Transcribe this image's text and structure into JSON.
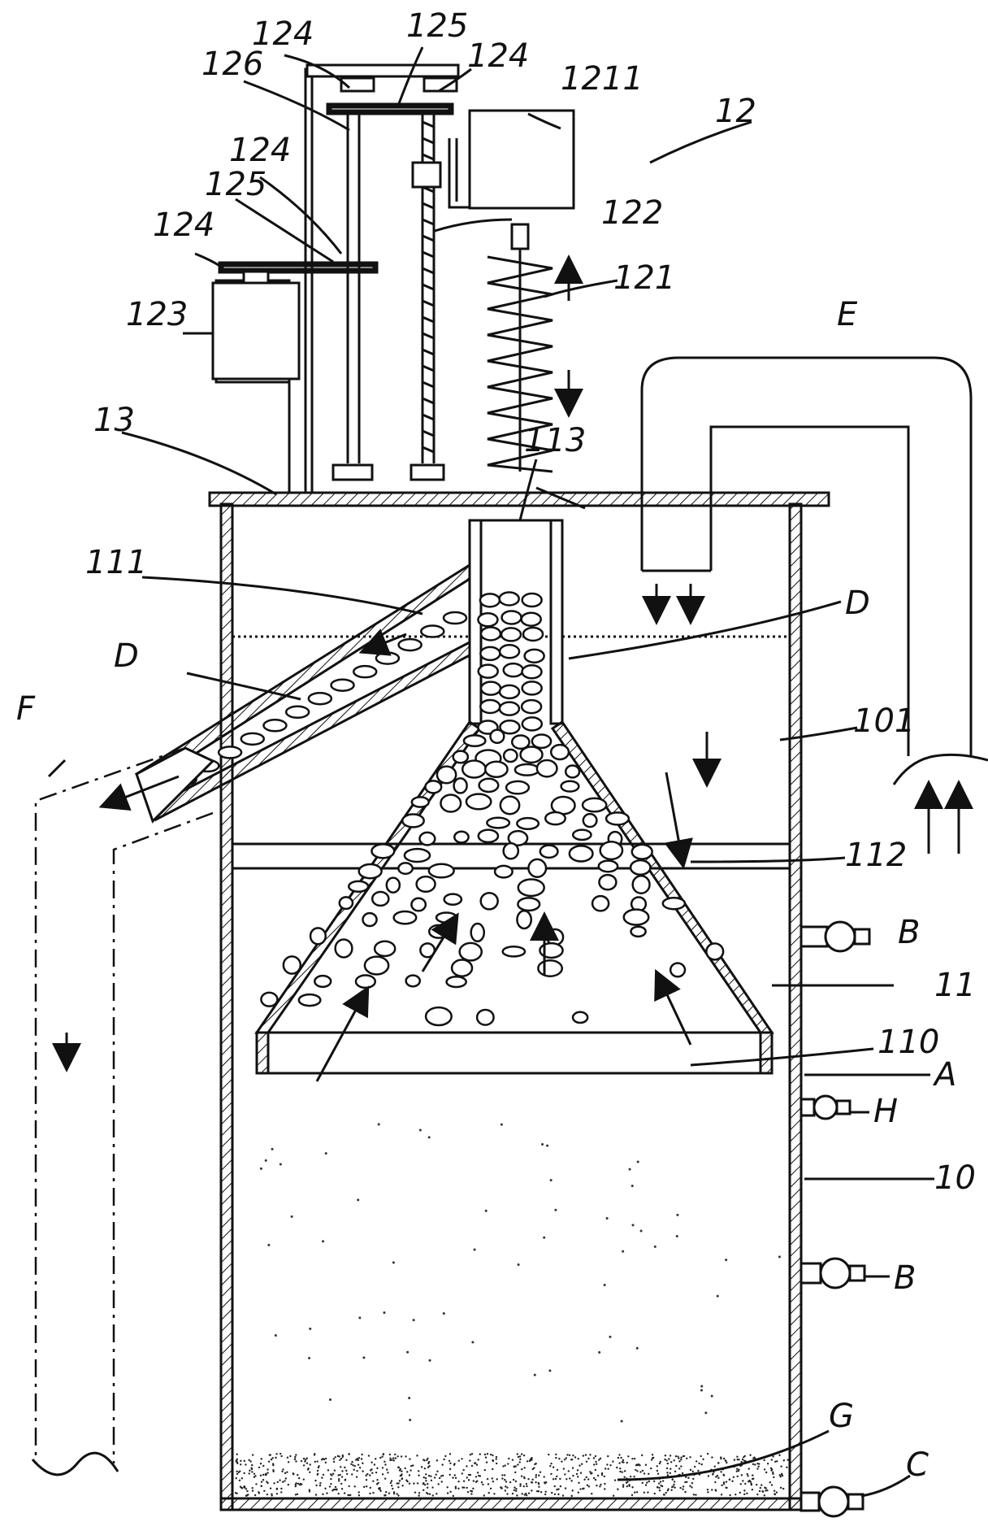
{
  "labels": {
    "l12": "12",
    "l1211": "1211",
    "l122": "122",
    "l121": "121",
    "l123": "123",
    "l124a": "124",
    "l124b": "124",
    "l124c": "124",
    "l124d": "124",
    "l125a": "125",
    "l125b": "125",
    "l126": "126",
    "l13": "13",
    "l113": "113",
    "l111": "111",
    "lE": "E",
    "lDleft": "D",
    "lDright": "D",
    "lF": "F",
    "l101": "101",
    "l112": "112",
    "lB1": "B",
    "l11": "11",
    "l110": "110",
    "lA": "A",
    "lH": "H",
    "l10": "10",
    "lB2": "B",
    "lG": "G",
    "lC": "C"
  }
}
